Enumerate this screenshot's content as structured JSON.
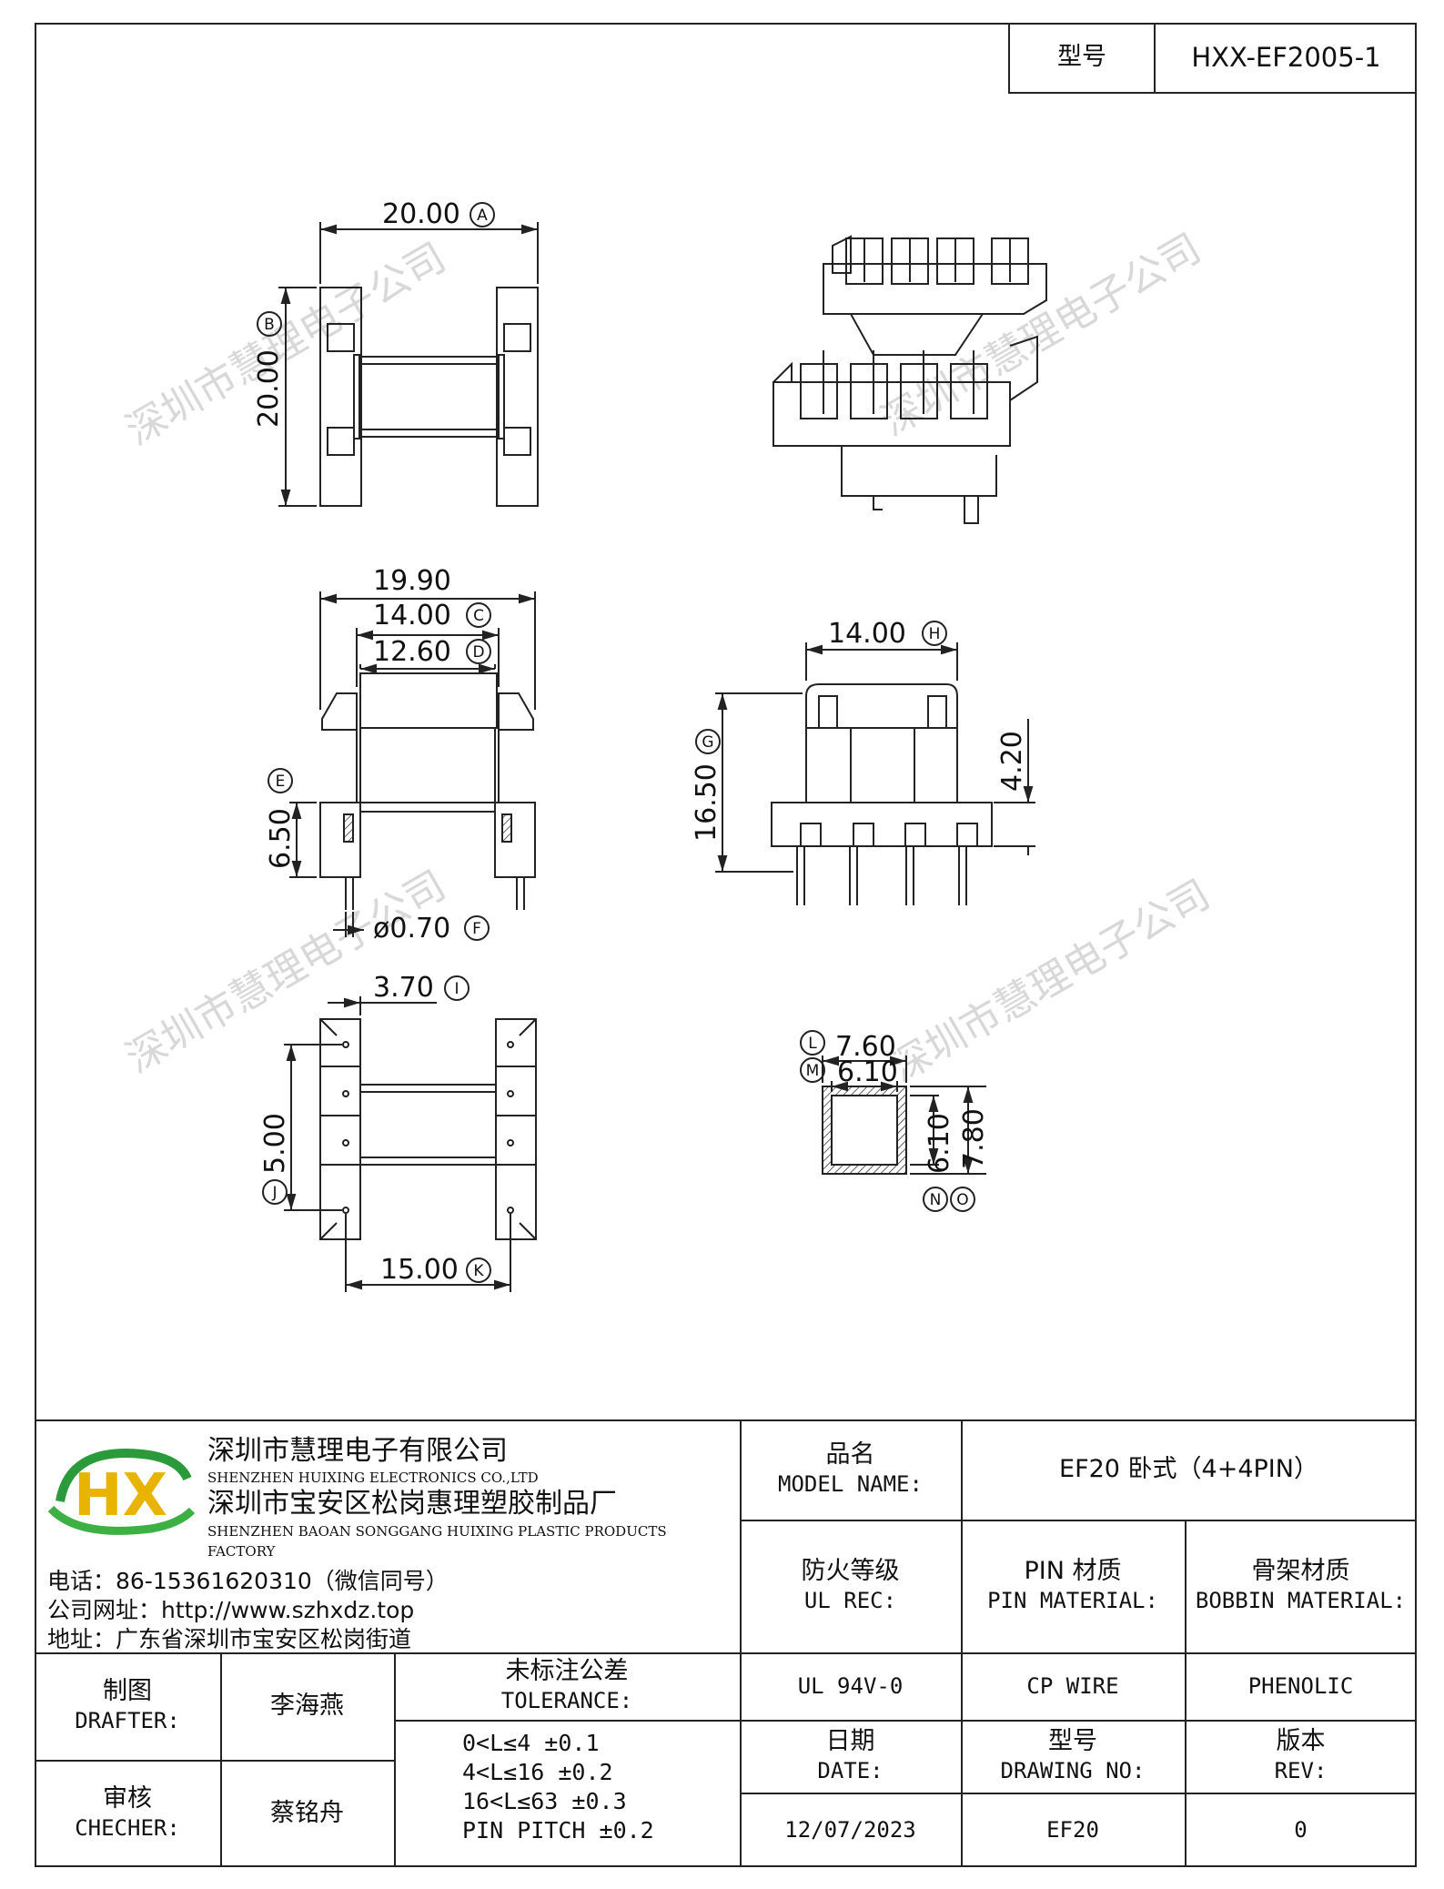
{
  "header": {
    "model_label": "型号",
    "model_value": "HXX-EF2005-1"
  },
  "watermark": "深圳市慧理电子公司",
  "dimensions": {
    "A": "20.00",
    "B": "20.00",
    "C": "14.00",
    "D": "12.60",
    "W199": "19.90",
    "E": "6.50",
    "F": "ø0.70",
    "H": "14.00",
    "G": "16.50",
    "H42": "4.20",
    "I": "3.70",
    "J": "5.00",
    "K": "15.00",
    "L": "7.60",
    "M": "6.10",
    "N": "6.10",
    "O": "7.80"
  },
  "callouts": {
    "A": "A",
    "B": "B",
    "C": "C",
    "D": "D",
    "E": "E",
    "F": "F",
    "G": "G",
    "H": "H",
    "I": "I",
    "J": "J",
    "K": "K",
    "L": "L",
    "M": "M",
    "N": "N",
    "O": "O"
  },
  "company": {
    "logo_text": "HX",
    "name_cn": "深圳市慧理电子有限公司",
    "name_en": "SHENZHEN HUIXING ELECTRONICS CO.,LTD",
    "factory_cn": "深圳市宝安区松岗惠理塑胶制品厂",
    "factory_en": "SHENZHEN BAOAN SONGGANG HUIXING PLASTIC PRODUCTS FACTORY",
    "phone": "电话：86-15361620310（微信同号）",
    "website": "公司网址：http://www.szhxdz.top",
    "address": "地址：广东省深圳市宝安区松岗街道"
  },
  "title_block": {
    "model_name_cn": "品名",
    "model_name_en": "MODEL NAME:",
    "model_name_value": "EF20 卧式（4+4PIN）",
    "ul_cn": "防火等级",
    "ul_en": "UL REC:",
    "pin_cn": "PIN 材质",
    "pin_en": "PIN MATERIAL:",
    "bobbin_cn": "骨架材质",
    "bobbin_en": "BOBBIN MATERIAL:",
    "ul_value": "UL 94V-0",
    "pin_value": "CP WIRE",
    "bobbin_value": "PHENOLIC",
    "drafter_cn": "制图",
    "drafter_en": "DRAFTER:",
    "drafter_value": "李海燕",
    "checker_cn": "审核",
    "checker_en": "CHECHER:",
    "checker_value": "蔡铭舟",
    "tolerance_cn": "未标注公差",
    "tolerance_en": "TOLERANCE:",
    "tolerance_lines": [
      "0<L≤4  ±0.1",
      "4<L≤16 ±0.2",
      "16<L≤63 ±0.3",
      "PIN PITCH ±0.2"
    ],
    "date_cn": "日期",
    "date_en": "DATE:",
    "date_value": "12/07/2023",
    "drawing_cn": "型号",
    "drawing_en": "DRAWING NO:",
    "drawing_value": "EF20",
    "rev_cn": "版本",
    "rev_en": "REV:",
    "rev_value": "0"
  }
}
